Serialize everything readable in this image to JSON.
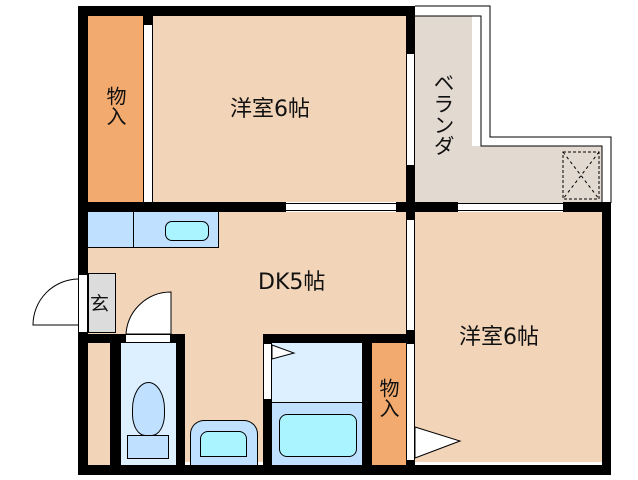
{
  "plan": {
    "rooms": [
      {
        "id": "western-room-1",
        "label": "洋室6帖",
        "color": "#f2d4b8"
      },
      {
        "id": "western-room-2",
        "label": "洋室6帖",
        "color": "#f2d4b8"
      },
      {
        "id": "dining-kitchen",
        "label": "DK5帖",
        "color": "#f2d4b8"
      },
      {
        "id": "closet-1",
        "label": "物入",
        "color": "#f2aa6e"
      },
      {
        "id": "closet-2",
        "label": "物入",
        "color": "#f2aa6e"
      },
      {
        "id": "veranda",
        "label": "ベランダ",
        "color": "#e2d9d1"
      },
      {
        "id": "entrance",
        "label": "玄",
        "color": "#dcdcdc"
      }
    ],
    "colors": {
      "wall": "#000000",
      "floor": "#f2d4b8",
      "closet": "#f2aa6e",
      "veranda": "#e2d9d1",
      "wet_area": "#ddf0ff",
      "fixture": "#bfe0ff",
      "fixture_inner": "#aaf4ff",
      "entrance": "#dcdcdc"
    }
  }
}
